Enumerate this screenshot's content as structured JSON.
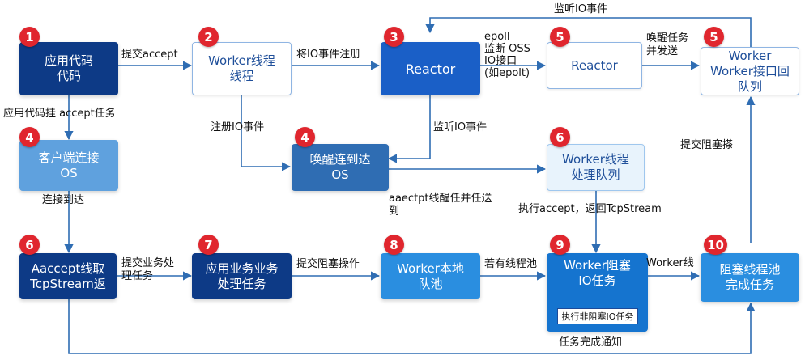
{
  "nodes": {
    "app_code": "应用代码\n代码",
    "worker_thread": "Worker线程\n线程",
    "reactor_main": "Reactor",
    "reactor_second": "Reactor",
    "worker_io_queue": "Worker\nWorker接口回\n队列",
    "client_connect": "客户端连接\nOS",
    "wake_connect": "唤醒连到达\nOS",
    "worker_process_queue": "Worker线程\n处理队列",
    "accept_fetch": "Aaccept线取\nTcpStream返",
    "business_task": "应用业务业务\n处理任务",
    "worker_local_pool": "Worker本地\n队池",
    "worker_blocking_io": "Worker阻塞\nIO任务",
    "nonblocking_io": "执行非阻塞IO任务",
    "blocking_pool_done": "阻塞线程池\n完成任务"
  },
  "badges": [
    "1",
    "2",
    "3",
    "5",
    "5",
    "4",
    "4",
    "6",
    "6",
    "7",
    "8",
    "9",
    "10"
  ],
  "edge_labels": {
    "submit_accept": "提交accept",
    "register_io": "将IO事件注册",
    "epoll_monitor": "epoll\n监断 OSS\n IO接口\n(如epolt)",
    "wake_dispatch": "唤醒任务\n并发送",
    "listen_io_top": "监听IO事件",
    "app_hang_accept": "应用代码挂 accept任务",
    "register_io_event": "注册IO事件",
    "listen_io_mid": "监听IO事件",
    "submit_blocking_right": "提交阻塞搽",
    "connect_arrive": "连接到达",
    "accept_wake": "aaectpt线醒任并任送\n到",
    "exec_accept": "执行accept，返回TcpStream",
    "submit_business": "提交业务处\n理任务",
    "submit_blocking_op": "提交阻塞操作",
    "if_pool": "若有线程池",
    "worker_line": "Worker线",
    "task_done_notify": "任务完成通知"
  },
  "colors": {
    "badge": "#e0262e",
    "dark": "#0d3a86",
    "arrow": "#2f6db3"
  }
}
